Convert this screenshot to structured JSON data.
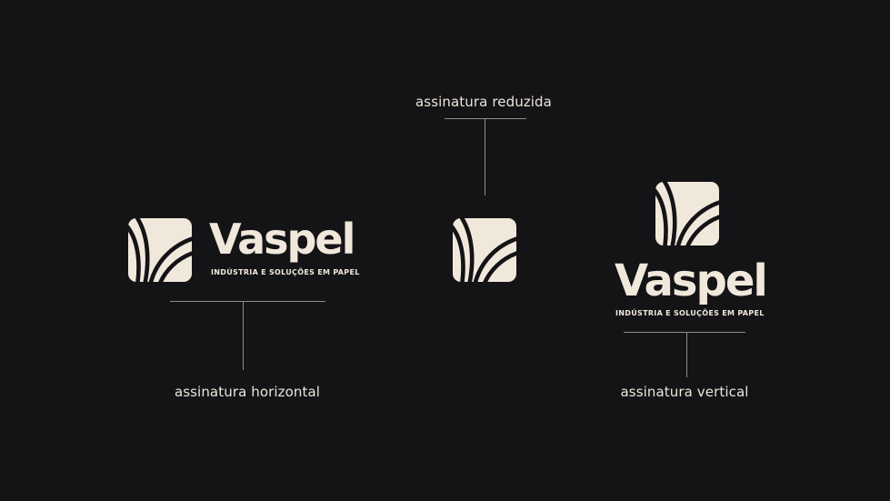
{
  "colors": {
    "background": "#141316",
    "logo": "#f1e8dc",
    "text": "#ece6da",
    "rule": "#8f8c88"
  },
  "brand": {
    "name": "Vaspel",
    "tagline": "INDÚSTRIA E SOLUÇÕES EM PAPEL"
  },
  "labels": {
    "horizontal": "assinatura horizontal",
    "reduced": "assinatura reduzida",
    "vertical": "assinatura vertical"
  },
  "icons": {
    "symbol": "leaf-lines-square-icon"
  }
}
